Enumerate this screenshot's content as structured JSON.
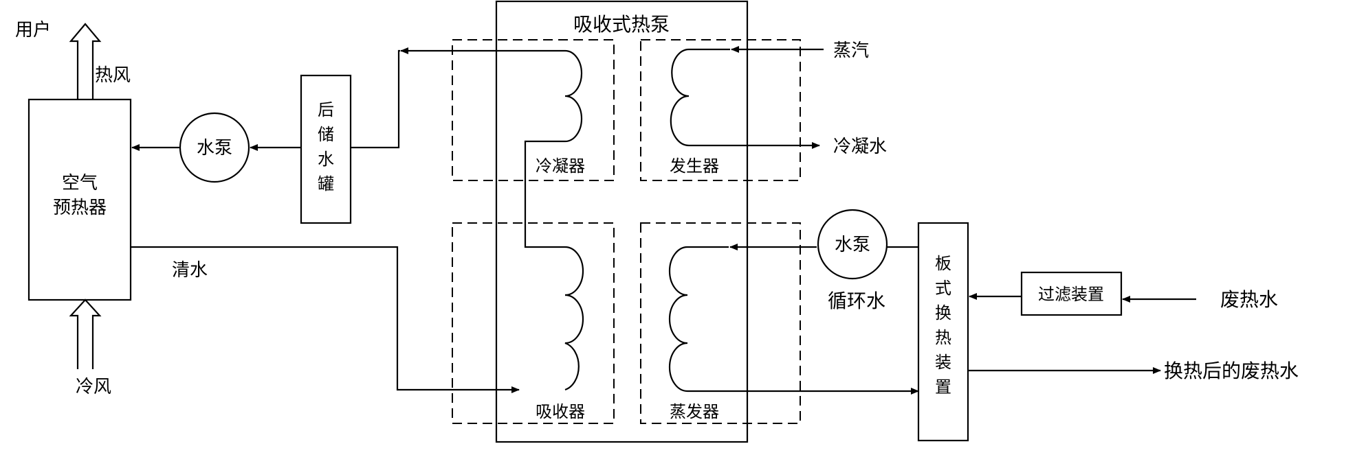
{
  "labels": {
    "user": "用户",
    "hot_air": "热风",
    "cold_air": "冷风",
    "air_preheater_line1": "空气",
    "air_preheater_line2": "预热器",
    "water_pump_left": "水泵",
    "rear_tank_chars": [
      "后",
      "储",
      "水",
      "罐"
    ],
    "clean_water": "清水",
    "heat_pump_title": "吸收式热泵",
    "condenser": "冷凝器",
    "generator": "发生器",
    "absorber": "吸收器",
    "evaporator": "蒸发器",
    "steam": "蒸汽",
    "condensate": "冷凝水",
    "water_pump_right": "水泵",
    "circulating_water": "循环水",
    "plate_exchanger_chars": [
      "板",
      "式",
      "换",
      "热",
      "装",
      "置"
    ],
    "filter": "过滤装置",
    "waste_heat_water": "废热水",
    "waste_after_exchange": "换热后的废热水"
  }
}
